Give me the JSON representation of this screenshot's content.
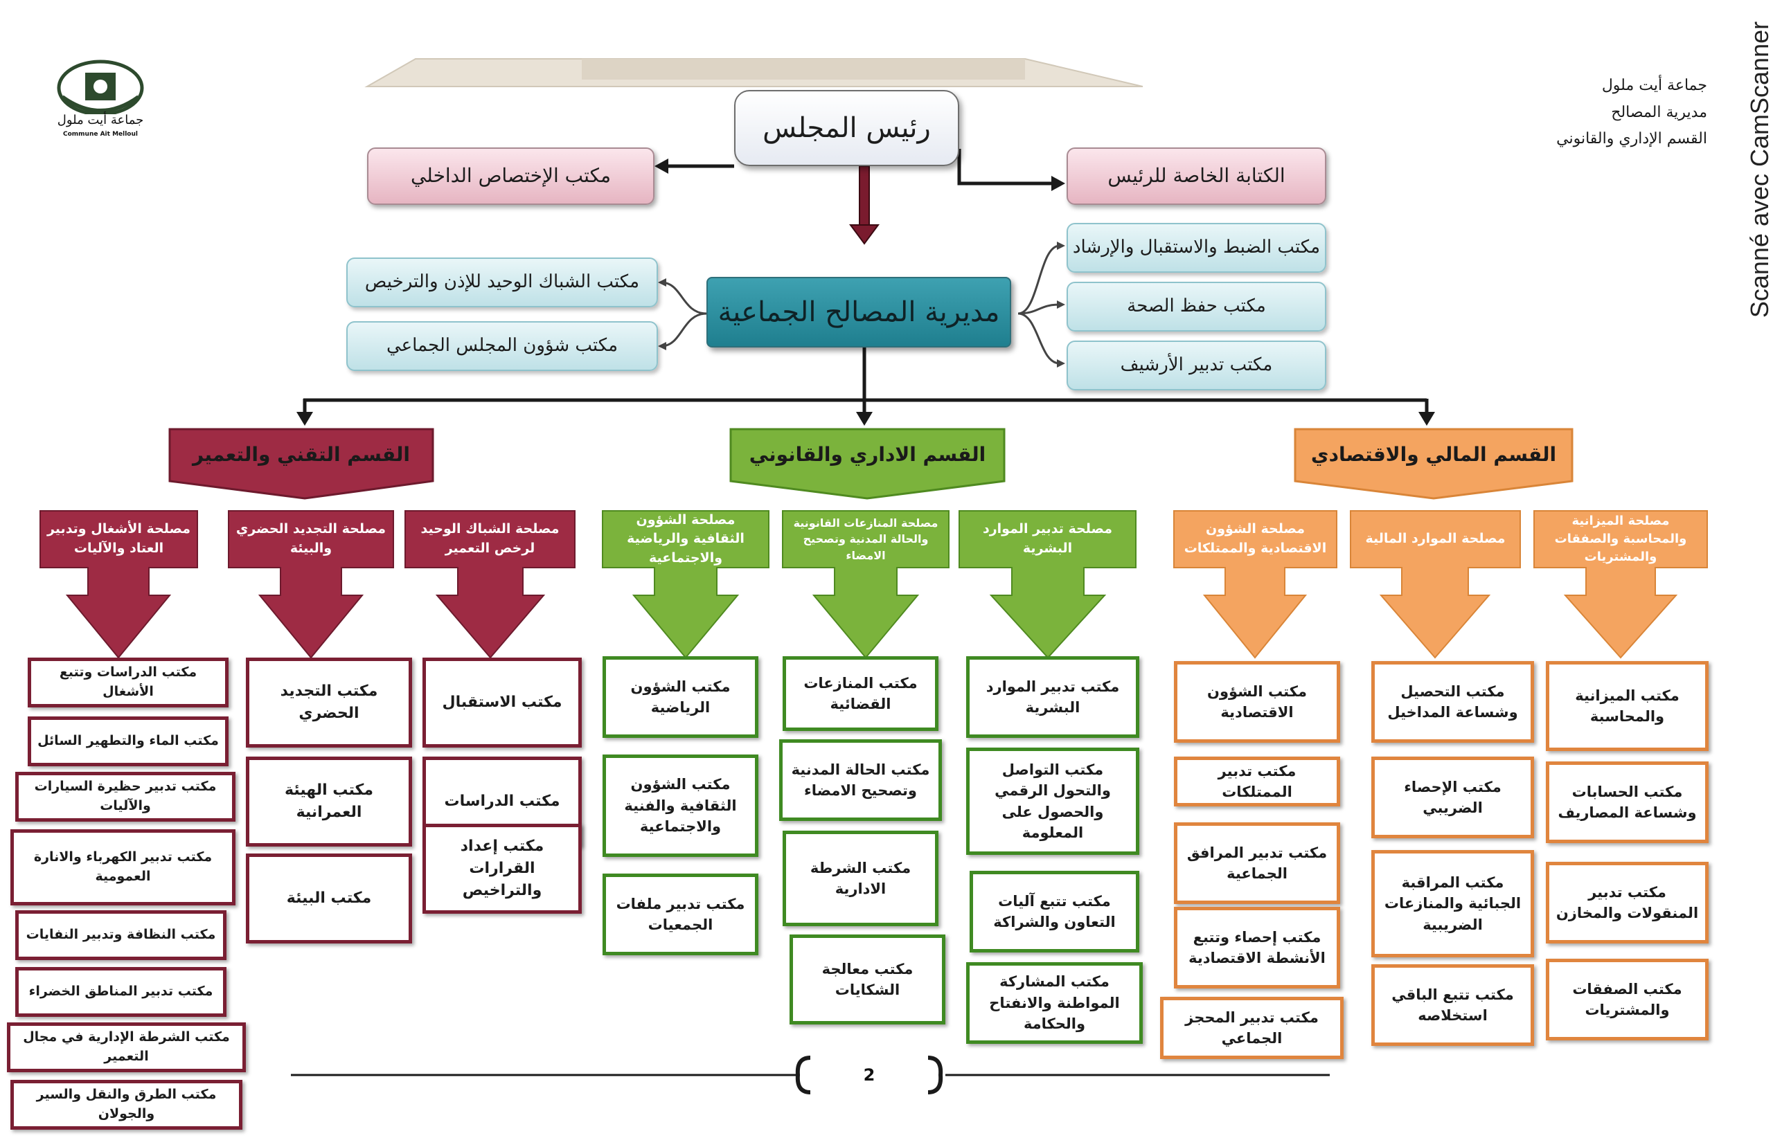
{
  "header": {
    "lines": [
      "جماعة أيت ملول",
      "مديرية المصالح",
      "القسم الإداري والقانوني"
    ],
    "logo_caption": "جماعة أيت ملول",
    "logo_subcaption": "Commune Ait Melloul"
  },
  "scanner_watermark": "Scanné avec CamScanner",
  "president": "رئيس المجلس",
  "president_left": "مكتب الإختصاص الداخلي",
  "president_right": "الكتابة الخاصة للرئيس",
  "directorate": "مديرية المصالح الجماعية",
  "directorate_left": [
    "مكتب الشباك الوحيد للإذن والترخيص",
    "مكتب شؤون المجلس الجماعي"
  ],
  "directorate_right": [
    "مكتب الضبط والاستقبال والإرشاد",
    "مكتب حفظ الصحة",
    "مكتب تدبير الأرشيف"
  ],
  "colors": {
    "tech": "#9e2b44",
    "admin": "#7bb33c",
    "finance": "#f4a460",
    "arrow": "#7a1b2e"
  },
  "divisions": [
    {
      "id": "finance",
      "name": "القسم المالي والاقتصادي",
      "services": [
        {
          "name": "مصلحة الميزانية والمحاسبة والصفقات والمشتريات",
          "offices": [
            "مكتب الميزانية والمحاسبة",
            "مكتب الحسابات وشساعة المصاريف",
            "مكتب تدبير المنقولات والمخازن",
            "مكتب الصفقات والمشتريات"
          ]
        },
        {
          "name": "مصلحة الموارد المالية",
          "offices": [
            "مكتب التحصيل وشساعة المداخيل",
            "مكتب الإحصاء الضريبي",
            "مكتب المراقبة الجبائية والمنازعات الضريبية",
            "مكتب تتبع الباقي استخلاصه"
          ]
        },
        {
          "name": "مصلحة الشؤون الاقتصادية والممتلكات",
          "offices": [
            "مكتب الشؤون الاقتصادية",
            "مكتب تدبير الممتلكات",
            "مكتب تدبير المرافق الجماعية",
            "مكتب إحصاء وتتبع الأنشطة الاقتصادية",
            "مكتب تدبير المحجز الجماعي"
          ]
        }
      ]
    },
    {
      "id": "admin",
      "name": "القسم الاداري والقانوني",
      "services": [
        {
          "name": "مصلحة تدبير الموارد البشرية",
          "offices": [
            "مكتب تدبير الموارد البشرية",
            "مكتب التواصل والتحول الرقمي والحصول على المعلومة",
            "مكتب تتبع آليات التعاون والشراكة",
            "مكتب المشاركة المواطنة والانفتاح والحكامة"
          ]
        },
        {
          "name": "مصلحة المنازعات القانونية والحالة المدنية وتصحيح الامضاء",
          "offices": [
            "مكتب المنازعات القضائية",
            "مكتب الحالة المدنية وتصحيح الامضاء",
            "مكتب الشرطة الادارية",
            "مكتب معالجة الشكايات"
          ]
        },
        {
          "name": "مصلحة الشؤون الثقافية والرياضية والاجتماعية",
          "offices": [
            "مكتب الشؤون الرياضية",
            "مكتب الشؤون الثقافية والفنية والاجتماعية",
            "مكتب تدبير ملفات الجمعيات"
          ]
        }
      ]
    },
    {
      "id": "tech",
      "name": "القسم التقني والتعمير",
      "services": [
        {
          "name": "مصلحة الشباك الوحيد لرخص التعمير",
          "offices": [
            "مكتب الاستقبال",
            "مكتب الدراسات",
            "مكتب إعداد القرارات والتراخيص"
          ]
        },
        {
          "name": "مصلحة التجديد الحضري والبيئة",
          "offices": [
            "مكتب التجديد الحضري",
            "مكتب الهيئة العمرانية",
            "مكتب البيئة"
          ]
        },
        {
          "name": "مصلحة الأشغال وتدبير العتاد والآليات",
          "offices": [
            "مكتب الدراسات وتتبع الأشغال",
            "مكتب الماء والتطهير السائل",
            "مكتب تدبير حظيرة السيارات والآليات",
            "مكتب تدبير الكهرباء والانارة العمومية",
            "مكتب النظافة وتدبير النفايات",
            "مكتب تدبير المناطق الخضراء",
            "مكتب الشرطة الإدارية في مجال التعمير",
            "مكتب الطرق والنقل والسير والجولان"
          ]
        }
      ]
    }
  ],
  "page_number": "2"
}
